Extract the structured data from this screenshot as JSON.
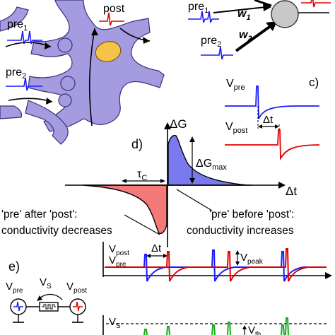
{
  "panel_a": {
    "post": "post",
    "pre1_base": "pre",
    "pre1_sub": "1",
    "pre2_base": "pre",
    "pre2_sub": "2"
  },
  "panel_b": {
    "pre1_base": "pre",
    "pre1_sub": "1",
    "pre2_base": "pre",
    "pre2_sub": "2",
    "w1_base": "w",
    "w1_sub": "1",
    "w2_base": "w",
    "w2_sub": "2"
  },
  "panel_c": {
    "tag": "c)",
    "vpre_base": "V",
    "vpre_sub": "pre",
    "vpost_base": "V",
    "vpost_sub": "post",
    "dt": "Δt"
  },
  "panel_d": {
    "tag": "d)",
    "y_axis": "ΔG",
    "x_axis": "Δt",
    "gmax_base": "ΔG",
    "gmax_sub": "max",
    "tau_base": "τ",
    "tau_sub": "C",
    "left_note_line1": "'pre' after 'post':",
    "left_note_line2": "conductivity decreases",
    "right_note_line1": "'pre' before 'post':",
    "right_note_line2": "conductivity increases"
  },
  "panel_e": {
    "tag": "e)",
    "vpre_base": "V",
    "vpre_sub": "pre",
    "vs_base": "V",
    "vs_sub": "S",
    "vpost_base": "V",
    "vpost_sub": "post",
    "trace_vpost_base": "V",
    "trace_vpost_sub": "post",
    "trace_vpre_base": "V",
    "trace_vpre_sub": "pre",
    "dt": "Δt",
    "vpeak_base": "V",
    "vpeak_sub": "peak",
    "vs2_base": "V",
    "vs2_sub": "S",
    "vth_base": "V",
    "vth_sub": "th"
  },
  "colors": {
    "pre": "#1a1aff",
    "post": "#e00000",
    "green": "#1fa81f",
    "neuron": "#a59be0",
    "nucleus": "#f5c24a",
    "potentiation": "#7a7af0",
    "depression": "#f47a7a"
  }
}
